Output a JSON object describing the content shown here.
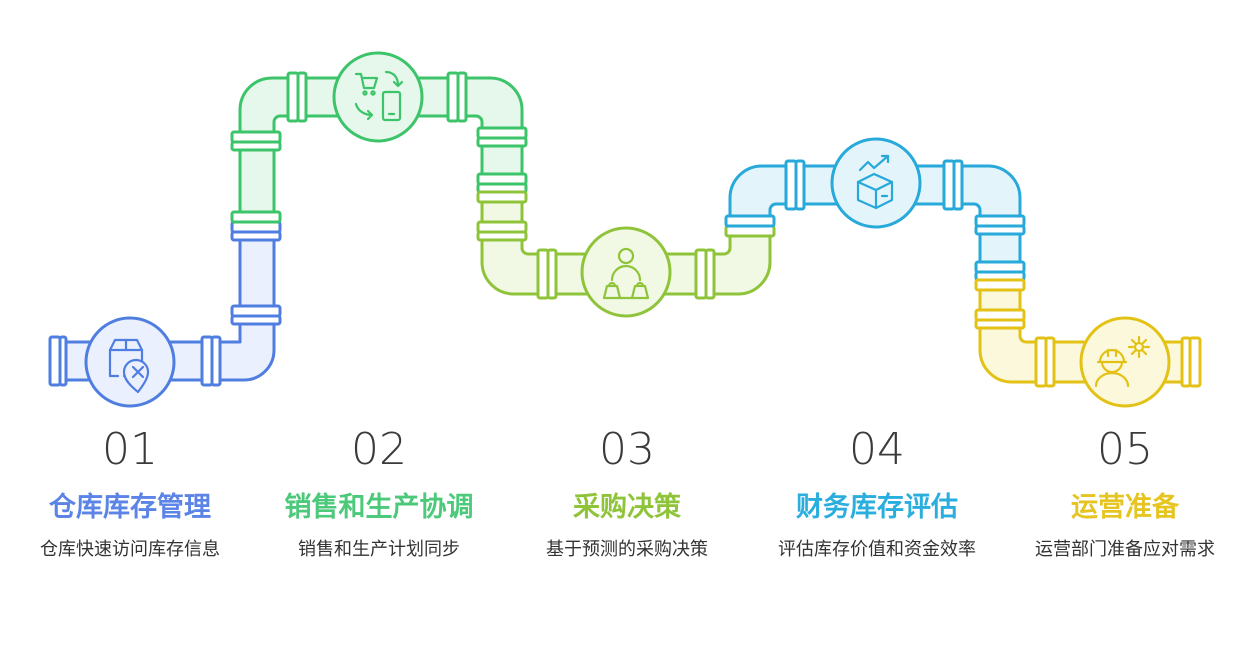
{
  "steps": [
    {
      "number": "01",
      "title": "仓库库存管理",
      "desc": "仓库快速访问库存信息",
      "color": "#5b84e6",
      "icon": "package-location-x-icon"
    },
    {
      "number": "02",
      "title": "销售和生产协调",
      "desc": "销售和生产计划同步",
      "color": "#4cc97a",
      "icon": "cart-phone-sync-icon"
    },
    {
      "number": "03",
      "title": "采购决策",
      "desc": "基于预测的采购决策",
      "color": "#8fc43a",
      "icon": "person-shopping-bags-icon"
    },
    {
      "number": "04",
      "title": "财务库存评估",
      "desc": "评估库存价值和资金效率",
      "color": "#2aaede",
      "icon": "box-growth-arrow-icon"
    },
    {
      "number": "05",
      "title": "运营准备",
      "desc": "运营部门准备应对需求",
      "color": "#e6c421",
      "icon": "worker-gear-icon"
    }
  ],
  "palette": {
    "blue": {
      "stroke": "#4f7ee0",
      "fill": "#eaf0fd"
    },
    "green": {
      "stroke": "#3cc46a",
      "fill": "#e6f8ec"
    },
    "lime": {
      "stroke": "#8fc43a",
      "fill": "#f1f8e4"
    },
    "cyan": {
      "stroke": "#27a9d9",
      "fill": "#e3f4fb"
    },
    "yellow": {
      "stroke": "#e3c215",
      "fill": "#fcf8dc"
    }
  }
}
